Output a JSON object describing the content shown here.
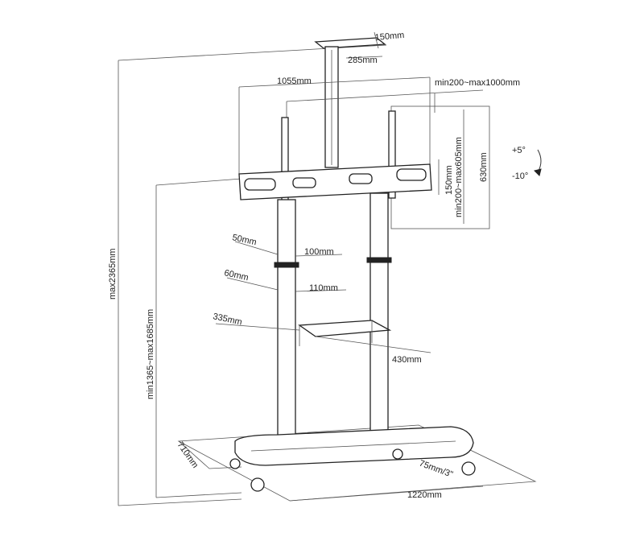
{
  "dimensions": {
    "plate_width": "150mm",
    "plate_depth": "285mm",
    "mount_width": "1055mm",
    "vesa_horizontal": "min200~max1000mm",
    "vesa_vertical": "min200~max605mm",
    "bracket_height": "630mm",
    "arm_height": "150mm",
    "tilt_up": "+5°",
    "tilt_down": "-10°",
    "max_height": "max2365mm",
    "height_range": "min1365~max1685mm",
    "pole_50": "50mm",
    "pole_100": "100mm",
    "pole_60": "60mm",
    "pole_110": "110mm",
    "shelf_depth": "335mm",
    "shelf_width": "430mm",
    "base_depth": "710mm",
    "base_width": "1220mm",
    "caster": "75mm/3\""
  },
  "colors": {
    "line": "#333333",
    "background": "#ffffff"
  }
}
